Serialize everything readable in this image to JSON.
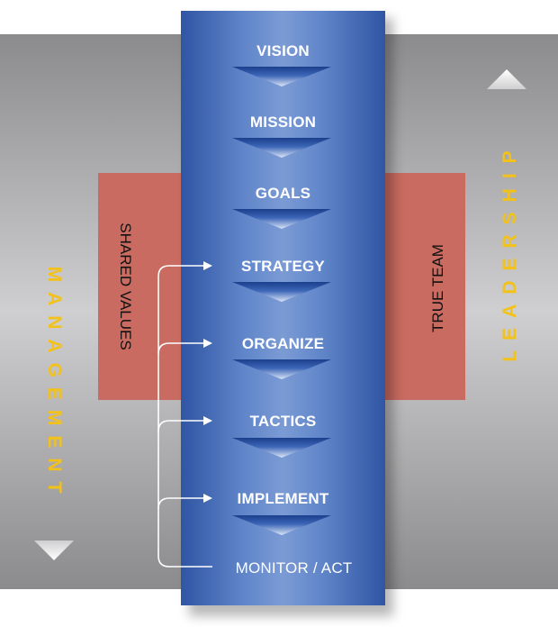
{
  "steps": [
    {
      "label": "VISION"
    },
    {
      "label": "MISSION"
    },
    {
      "label": "GOALS"
    },
    {
      "label": "STRATEGY"
    },
    {
      "label": "ORGANIZE"
    },
    {
      "label": "TACTICS"
    },
    {
      "label": "IMPLEMENT"
    },
    {
      "label": "MONITOR / ACT"
    }
  ],
  "side_labels": {
    "left_panel": "SHARED VALUES",
    "right_panel": "TRUE TEAM",
    "left_axis": "MANAGEMENT",
    "right_axis": "LEADERSHIP"
  },
  "colors": {
    "column": "#4a6fbf",
    "panel": "#c96b60",
    "accent_text": "#f2c21b"
  }
}
